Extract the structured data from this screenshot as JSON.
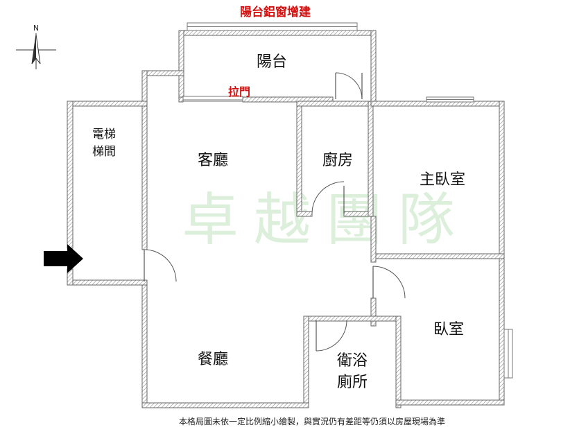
{
  "annotations": {
    "balcony_window": "陽台鋁窗增建",
    "sliding_door": "拉門"
  },
  "rooms": {
    "balcony": "陽台",
    "elevator_hall_line1": "電梯",
    "elevator_hall_line2": "梯間",
    "living_room": "客廳",
    "kitchen": "廚房",
    "master_bedroom": "主臥室",
    "bedroom": "臥室",
    "dining_room": "餐廳",
    "bathroom_line1": "衛浴",
    "bathroom_line2": "廁所"
  },
  "compass": {
    "north_label": "N"
  },
  "watermark": "卓越團隊",
  "footer_note": "本格局圖未依一定比例縮小繪製，與實況仍有差距等仍須以房屋現場為準",
  "colors": {
    "annotation": "#d21010",
    "watermark": "#c9e8c9",
    "wall": "#666666"
  }
}
